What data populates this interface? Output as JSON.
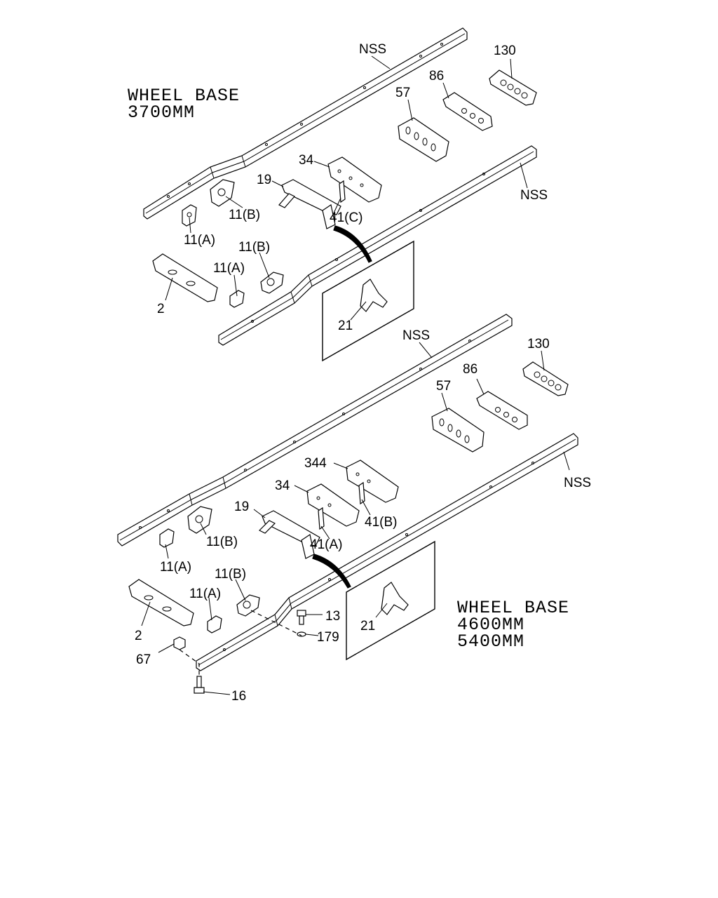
{
  "upper": {
    "wheel_base": [
      "WHEEL BASE",
      "3700MM"
    ],
    "labels": {
      "nss_left": "NSS",
      "nss_right": "NSS",
      "p130": "130",
      "p86": "86",
      "p57": "57",
      "p34": "34",
      "p19": "19",
      "p11b_top": "11(B)",
      "p41c": "41(C)",
      "p11a_top": "11(A)",
      "p11b_low": "11(B)",
      "p11a_low": "11(A)",
      "p2": "2",
      "p21": "21"
    }
  },
  "lower": {
    "wheel_base": [
      "WHEEL BASE",
      "4600MM",
      "5400MM"
    ],
    "labels": {
      "nss_left": "NSS",
      "nss_right": "NSS",
      "p130": "130",
      "p86": "86",
      "p57": "57",
      "p344": "344",
      "p34": "34",
      "p19": "19",
      "p41b": "41(B)",
      "p41a": "41(A)",
      "p11b_top": "11(B)",
      "p11a_top": "11(A)",
      "p11b_low": "11(B)",
      "p11a_low": "11(A)",
      "p2": "2",
      "p21": "21",
      "p13": "13",
      "p179": "179",
      "p67": "67",
      "p16": "16"
    }
  }
}
